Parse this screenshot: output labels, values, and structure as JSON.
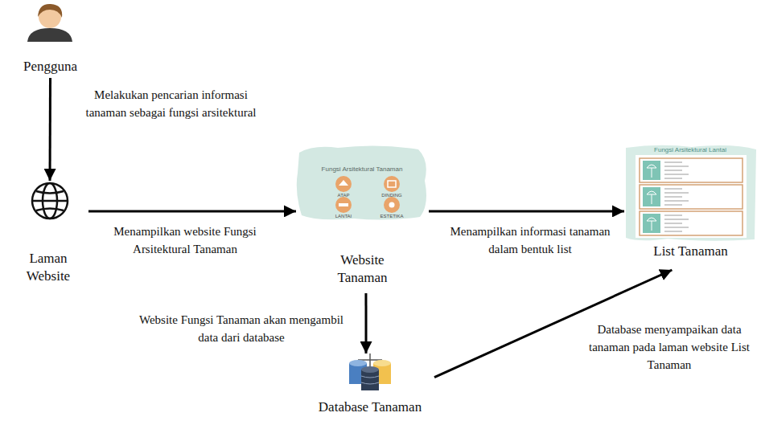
{
  "diagram": {
    "nodes": [
      {
        "text": [
          "Pengguna"
        ]
      },
      {
        "text": [
          "Laman Website"
        ]
      },
      {
        "text": [
          "Website Tanaman"
        ]
      },
      {
        "text": [
          "List Tanaman"
        ]
      },
      {
        "text": [
          "Database Tanaman"
        ]
      }
    ],
    "edges": [
      {
        "from": 0,
        "to": 1,
        "arrow": "to",
        "label": "Melakukan pencarian informasi tanaman sebagai fungsi arsitektural"
      },
      {
        "from": 1,
        "to": 2,
        "arrow": "to",
        "label": "Menampilkan website Fungsi Arsitektural Tanaman"
      },
      {
        "from": 2,
        "to": 3,
        "arrow": "to",
        "label": "Menampilkan informasi tanaman dalam bentuk list"
      },
      {
        "from": 2,
        "to": 4,
        "arrow": "to",
        "label": "Website Fungsi Tanaman akan mengambil data dari database"
      },
      {
        "from": 4,
        "to": 3,
        "arrow": "to",
        "label": "Database menyampaikan data tanaman pada laman website List Tanaman"
      }
    ],
    "labels": [
      "Fungsi Arsitektural Tanaman",
      "ATAP",
      "DINDING",
      "LANTAI",
      "ESTETIKA",
      "Fungsi Arsitektural Lantai"
    ]
  }
}
